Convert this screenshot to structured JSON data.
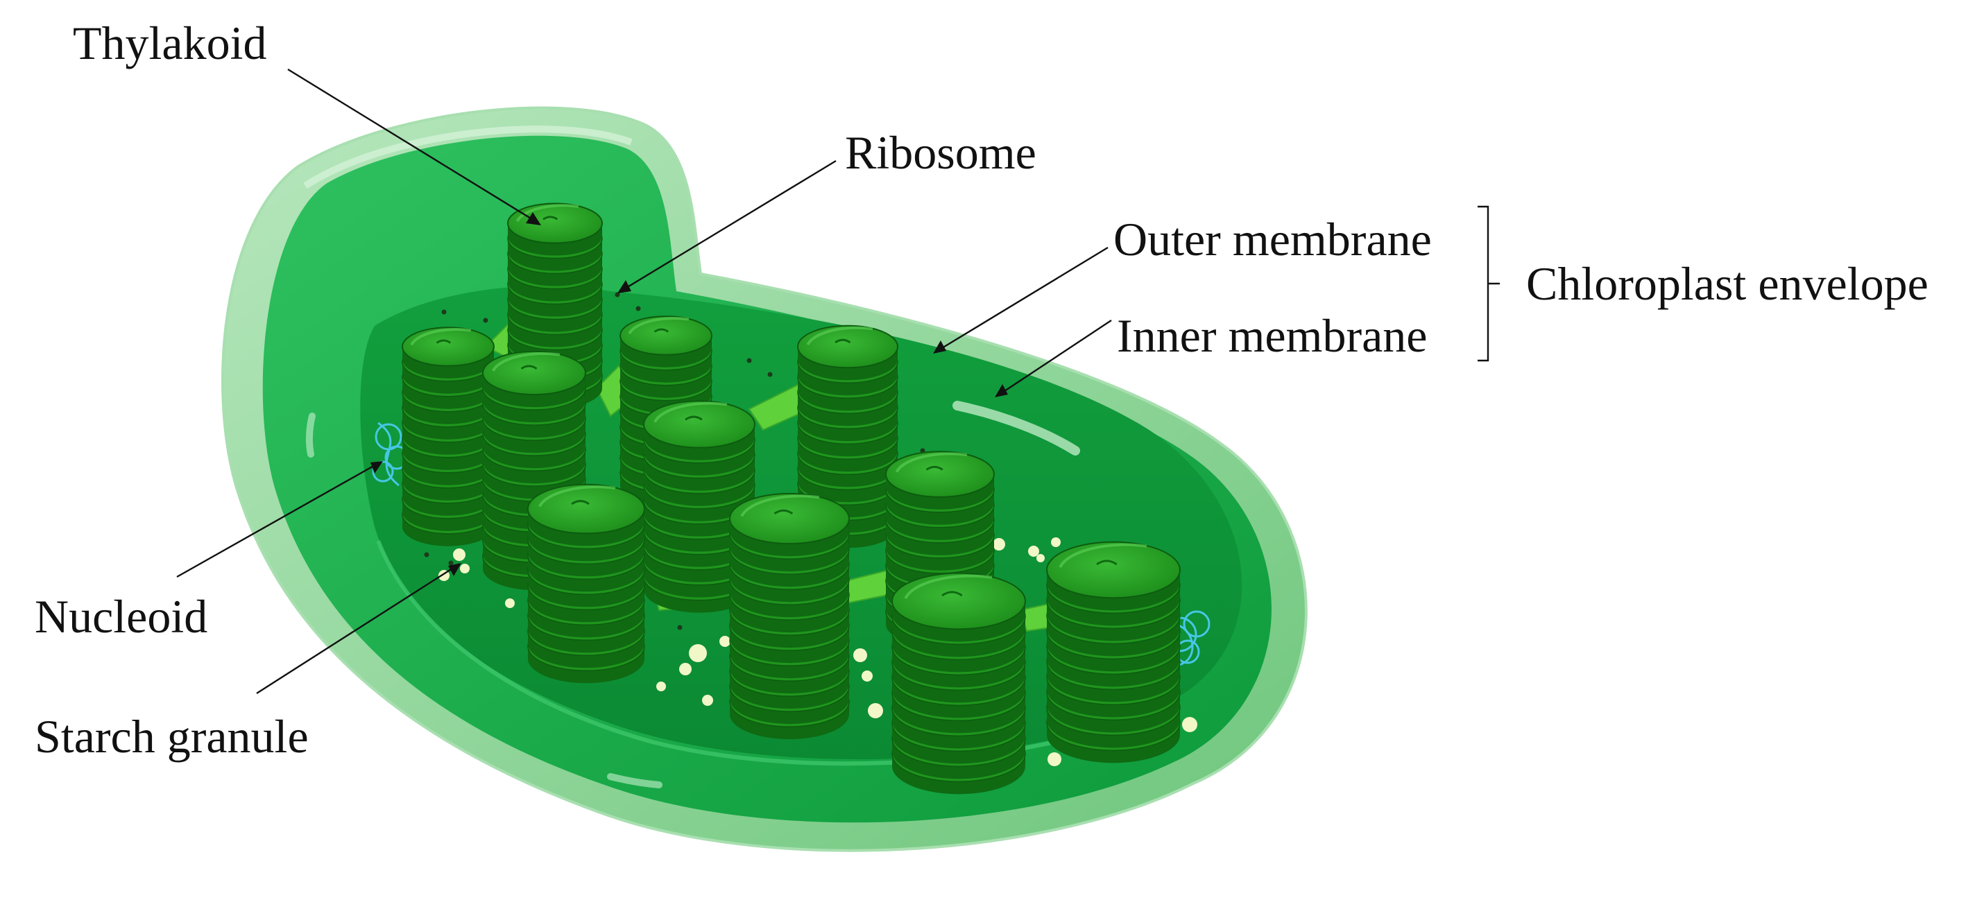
{
  "labels": {
    "thylakoid": "Thylakoid",
    "ribosome": "Ribosome",
    "outer_membrane": "Outer membrane",
    "inner_membrane": "Inner membrane",
    "chloroplast_envelope": "Chloroplast envelope",
    "nucleoid": "Nucleoid",
    "starch_granule": "Starch granule"
  },
  "colors": {
    "outer_membrane": "#8fd39a",
    "inner_membrane": "#2eb255",
    "stroma": "#10a13c",
    "granum": "#1e8f1e",
    "granum_dark": "#0f6a12",
    "granum_light": "#3fbf3a",
    "lamella": "#5fd13a",
    "nucleoid": "#46c7e6",
    "starch": "#f2f7c8",
    "ribosome": "#1c3b1c"
  }
}
